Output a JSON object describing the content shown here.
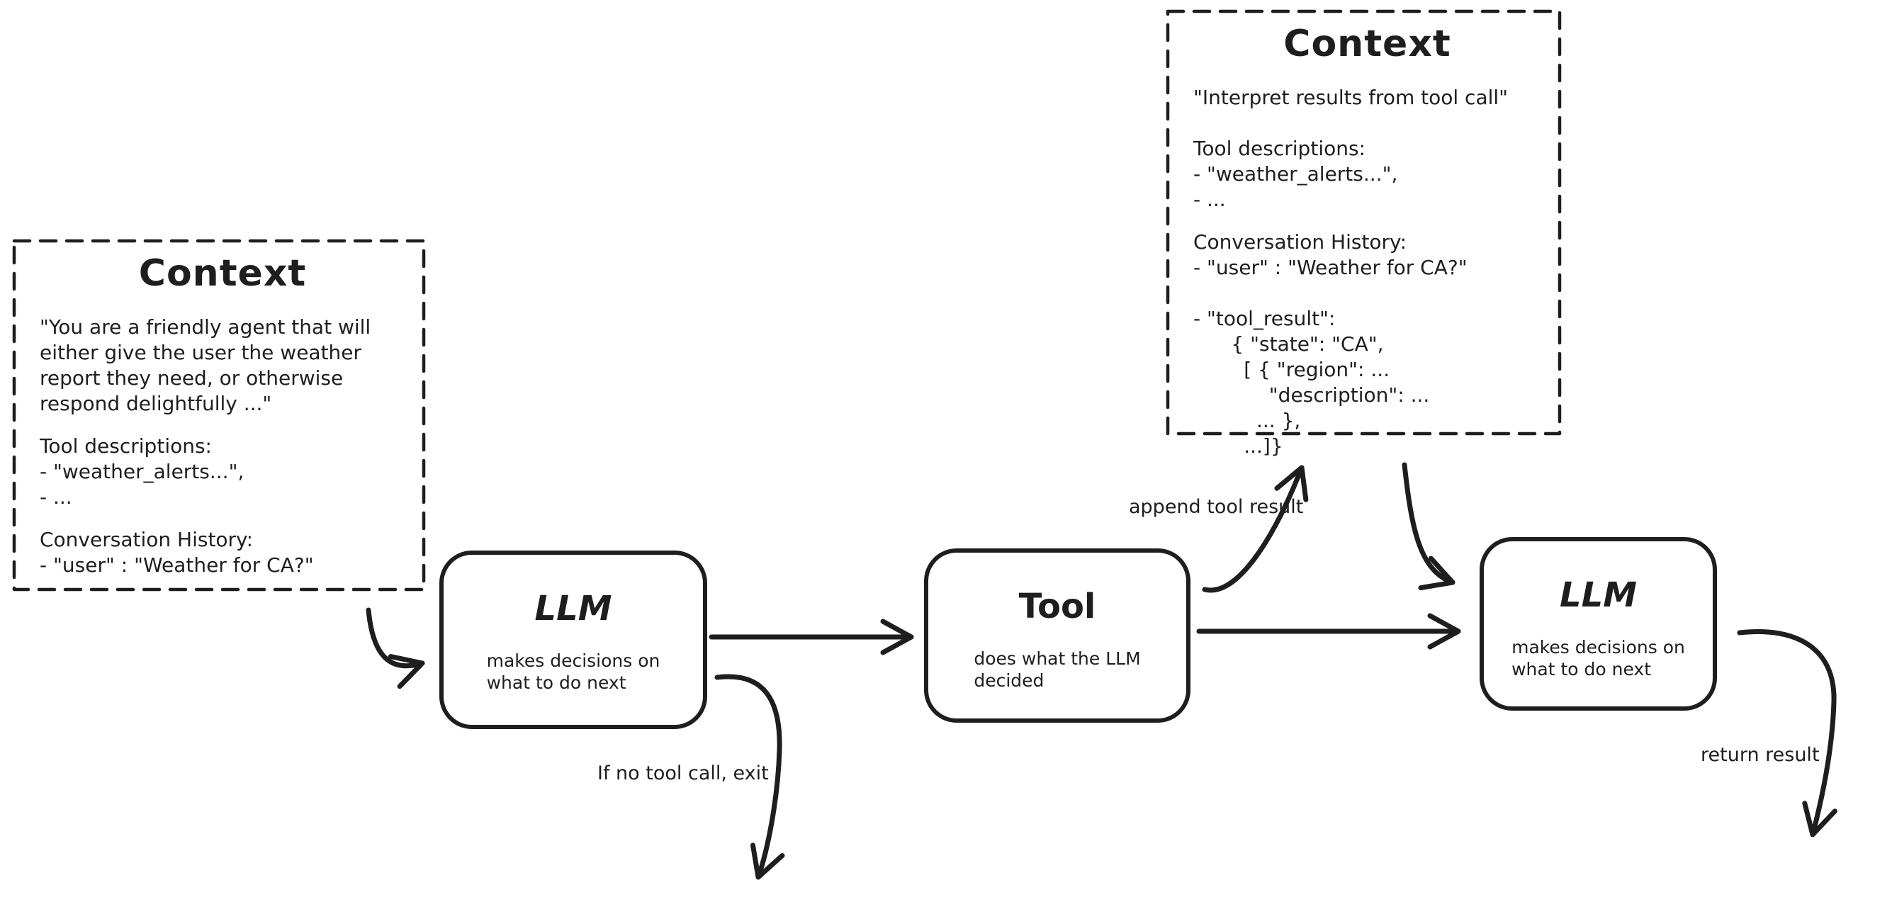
{
  "diagram": {
    "colors": {
      "stroke": "#1e1e1e",
      "background": "#ffffff"
    },
    "context_left": {
      "title": "Context",
      "system_prompt": "\"You are a friendly agent that will\neither give the user the weather\nreport they need, or otherwise\nrespond delightfully ...\"",
      "tool_descriptions": "Tool descriptions:\n- \"weather_alerts...\",\n- ...",
      "conversation_history": "Conversation History:\n- \"user\" : \"Weather for CA?\""
    },
    "context_top": {
      "title": "Context",
      "instruction": "\"Interpret results from tool call\"",
      "tool_descriptions": "Tool descriptions:\n- \"weather_alerts...\",\n- ...",
      "conversation_history": "Conversation History:\n- \"user\" : \"Weather for CA?\"\n\n- \"tool_result\":\n      { \"state\": \"CA\",\n        [ { \"region\": ...\n            \"description\": ...\n          ... },\n        ...]}"
    },
    "llm_first": {
      "title": "LLM",
      "subtitle": "makes decisions on\nwhat to do next"
    },
    "tool": {
      "title": "Tool",
      "subtitle": "does what the LLM\ndecided"
    },
    "llm_second": {
      "title": "LLM",
      "subtitle": "makes decisions on\nwhat to do next"
    },
    "labels": {
      "append_tool_result": "append tool result",
      "no_tool_call_exit": "If no tool call, exit",
      "return_result": "return result"
    }
  }
}
